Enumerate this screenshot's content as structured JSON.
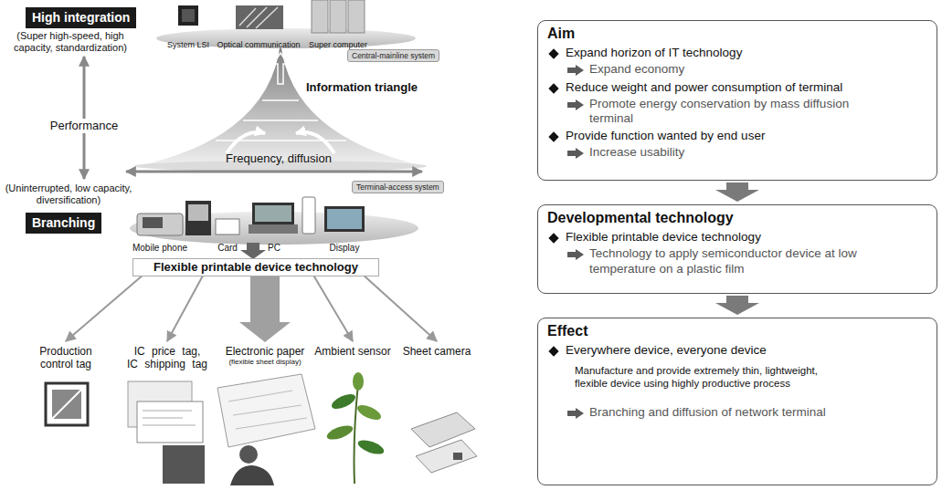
{
  "diagram": {
    "nodes": [
      {
        "text": [
          "High integration"
        ]
      },
      {
        "text": [
          "Central-mainline system"
        ]
      },
      {
        "text": [
          "Terminal-access system"
        ]
      },
      {
        "text": [
          "Branching"
        ]
      },
      {
        "text": [
          "Flexible printable device technology"
        ]
      },
      {
        "text": [
          "Production control tag"
        ]
      },
      {
        "text": [
          "IC price tag, IC shipping tag"
        ]
      },
      {
        "text": [
          "Electronic paper",
          "(flexible sheet display)"
        ]
      },
      {
        "text": [
          "Ambient sensor"
        ]
      },
      {
        "text": [
          "Sheet camera"
        ]
      },
      {
        "text": [
          "Aim",
          "Expand horizon of IT technology",
          "Expand economy",
          "Reduce weight and power consumption of terminal",
          "Promote energy conservation by mass diffusion terminal",
          "Provide function wanted by end user",
          "Increase usability"
        ]
      },
      {
        "text": [
          "Developmental technology",
          "Flexible printable device technology",
          "Technology to apply semiconductor device at low temperature on a plastic film"
        ]
      },
      {
        "text": [
          "Effect",
          "Everywhere device, everyone device",
          "Manufacture and provide extremely thin, lightweight, flexible device using highly productive process",
          "Branching and diffusion of network terminal"
        ]
      }
    ],
    "edges": [
      {
        "from": 4,
        "to": 5,
        "arrow": "to"
      },
      {
        "from": 4,
        "to": 6,
        "arrow": "to"
      },
      {
        "from": 4,
        "to": 7,
        "arrow": "to"
      },
      {
        "from": 4,
        "to": 8,
        "arrow": "to"
      },
      {
        "from": 4,
        "to": 9,
        "arrow": "to"
      },
      {
        "from": 10,
        "to": 11,
        "arrow": "to"
      },
      {
        "from": 11,
        "to": 12,
        "arrow": "to"
      }
    ],
    "labels": [
      "(Super high-speed, high capacity, standardization)",
      "Performance",
      "(Uninterrupted, low capacity, diversification)",
      "System LSI",
      "Optical communication",
      "Super computer",
      "Information triangle",
      "Frequency, diffusion",
      "Mobile phone",
      "Card",
      "PC",
      "Display"
    ]
  }
}
